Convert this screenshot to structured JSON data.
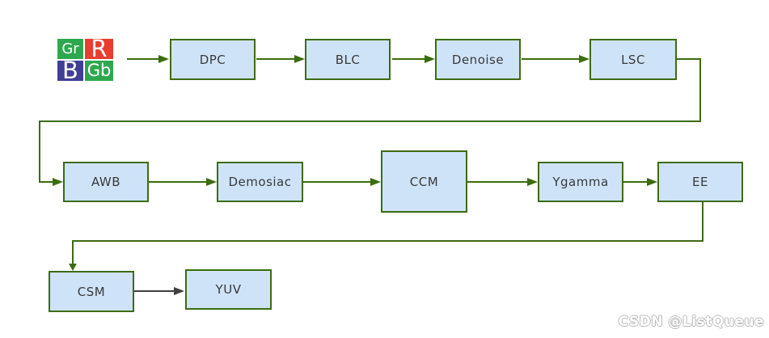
{
  "diagram": {
    "type": "flowchart",
    "description": "ISP image-processing pipeline block diagram",
    "bayer_icon": {
      "cells": [
        {
          "label": "Gr",
          "color": "#2ea84f"
        },
        {
          "label": "R",
          "color": "#e83e2f"
        },
        {
          "label": "B",
          "color": "#3f3f96"
        },
        {
          "label": "Gb",
          "color": "#2ea84f"
        }
      ]
    },
    "nodes": [
      {
        "label": "DPC"
      },
      {
        "label": "BLC"
      },
      {
        "label": "Denoise"
      },
      {
        "label": "LSC"
      },
      {
        "label": "AWB"
      },
      {
        "label": "Demosiac"
      },
      {
        "label": "CCM"
      },
      {
        "label": "Ygamma"
      },
      {
        "label": "EE"
      },
      {
        "label": "CSM"
      },
      {
        "label": "YUV"
      }
    ],
    "flow_order": "Bayer -> DPC -> BLC -> Denoise -> LSC -> AWB -> Demosiac -> CCM -> Ygamma -> EE -> CSM -> YUV",
    "colors": {
      "node_fill": "#cfe3f8",
      "node_border": "#3c6c0e",
      "connector_green": "#3c6c0e",
      "connector_gray": "#404040",
      "bayer_green": "#2ea84f",
      "bayer_red": "#e83e2f",
      "bayer_blue": "#3f3f96",
      "label_text": "#3a3a3a"
    },
    "watermark": {
      "text": "CSDN @ListQueue"
    }
  }
}
